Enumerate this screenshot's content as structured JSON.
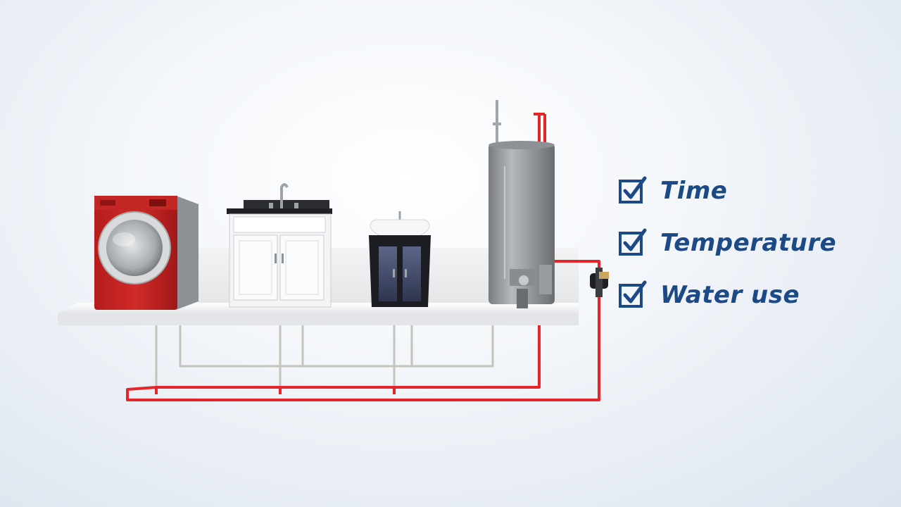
{
  "checklist": {
    "items": [
      {
        "label": "Time",
        "checked": true
      },
      {
        "label": "Temperature",
        "checked": true
      },
      {
        "label": "Water use",
        "checked": true
      }
    ],
    "text_color": "#1c4a86"
  },
  "scene": {
    "hot_pipe_color": "#e4252a",
    "cold_pipe_color": "#c4c4bc",
    "appliances": [
      "washing-machine",
      "utility-sink-cabinet",
      "bathroom-vanity",
      "water-heater",
      "recirculation-pump"
    ]
  }
}
